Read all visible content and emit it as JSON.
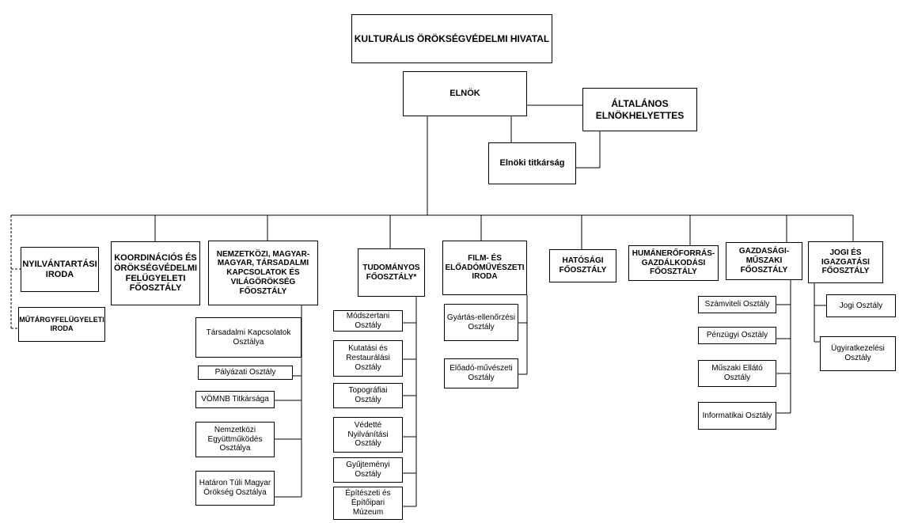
{
  "org_chart": {
    "top": {
      "label": "KULTURÁLIS ÖRÖKSÉGVÉDELMI HIVATAL"
    },
    "president": {
      "label": "ELNÖK"
    },
    "vice_president": {
      "label": "ÁLTALÁNOS ELNÖKHELYETTES"
    },
    "secretariat": {
      "label": "Elnöki titkárság"
    },
    "registry_office": {
      "label": "NYILVÁNTARTÁSI IRODA"
    },
    "art_supervision_office": {
      "label": "MŰTÁRGYFELÜGYELETI IRODA"
    },
    "coordination_dept": {
      "label": "KOORDINÁCIÓS ÉS ÖRÖKSÉGVÉDELMI FELÜGYELETI FŐOSZTÁLY"
    },
    "international_dept": {
      "label": "NEMZETKÖZI, MAGYAR-MAGYAR, TÁRSADALMI KAPCSOLATOK ÉS VILÁGÖRÖKSÉG FŐOSZTÁLY",
      "units": [
        "Társadalmi Kapcsolatok Osztálya",
        "Pályázati Osztály",
        "VÖMNB Titkársága",
        "Nemzetközi Együttműködés Osztálya",
        "Határon Túli Magyar Örökség Osztálya"
      ]
    },
    "science_dept": {
      "label": "TUDOMÁNYOS FŐOSZTÁLY*",
      "units": [
        "Módszertani Osztály",
        "Kutatási és Restaurálási Osztály",
        "Topográfiai Osztály",
        "Védetté Nyilvánítási Osztály",
        "Gyűjteményi Osztály",
        "Építészeti és Építőipari Múzeum"
      ]
    },
    "film_office": {
      "label": "FILM- ÉS ELŐADÓMŰVÉSZETI IRODA",
      "units": [
        "Gyártás-ellenőrzési Osztály",
        "Előadó-művészeti Osztály"
      ]
    },
    "authority_dept": {
      "label": "HATÓSÁGI FŐOSZTÁLY"
    },
    "hr_dept": {
      "label": "HUMÁNERŐFORRÁS-GAZDÁLKODÁSI FŐOSZTÁLY"
    },
    "economic_dept": {
      "label": "GAZDASÁGI-MŰSZAKI FŐOSZTÁLY",
      "units": [
        "Számviteli Osztály",
        "Pénzügyi Osztály",
        "Műszaki Ellátó Osztály",
        "Informatikai Osztály"
      ]
    },
    "legal_dept": {
      "label": "JOGI ÉS IGAZGATÁSI FŐOSZTÁLY",
      "units": [
        "Jogi Osztály",
        "Ügyiratkezelési Osztály"
      ]
    }
  }
}
